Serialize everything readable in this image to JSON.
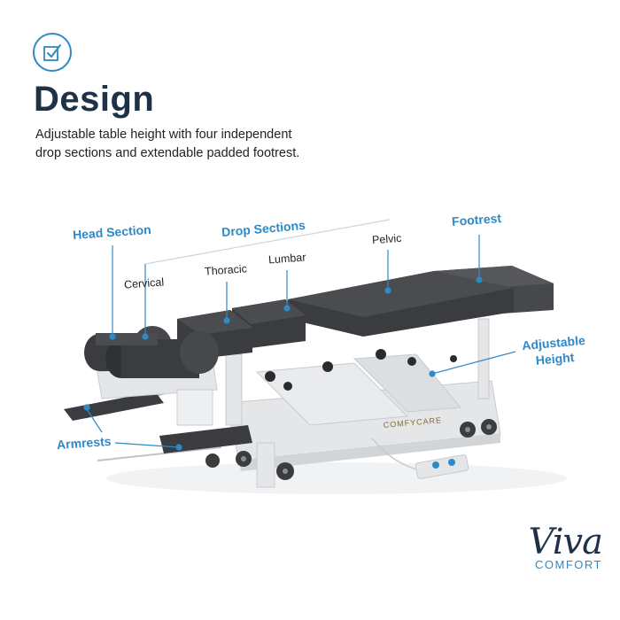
{
  "header": {
    "icon": "checkbox-icon",
    "title": "Design",
    "description": "Adjustable table height with four independent drop sections and extendable padded footrest."
  },
  "callouts": {
    "head_section": "Head Section",
    "drop_sections": "Drop Sections",
    "footrest": "Footrest",
    "adjustable_height_line1": "Adjustable",
    "adjustable_height_line2": "Height",
    "armrests": "Armrests"
  },
  "drop_section_labels": {
    "cervical": "Cervical",
    "thoracic": "Thoracic",
    "lumbar": "Lumbar",
    "pelvic": "Pelvic"
  },
  "product_marking": "COMFYCARE",
  "brand": {
    "script": "Viva",
    "sub": "COMFORT"
  },
  "colors": {
    "accent": "#2e89c7",
    "heading": "#1d3147",
    "upholstery": "#3a3c40",
    "frame": "#e4e6e8"
  }
}
